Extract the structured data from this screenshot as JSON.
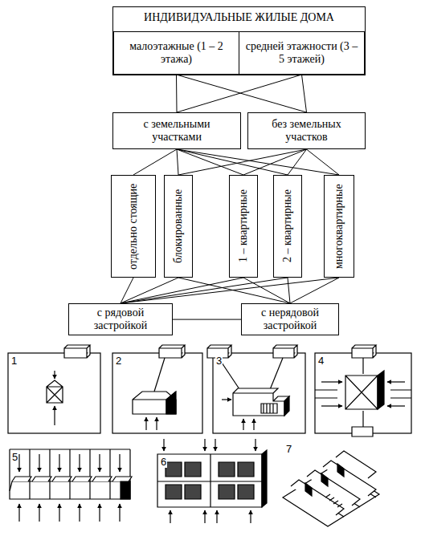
{
  "diagram": {
    "nodes": [
      {
        "text": [
          "ИНДИВИДУАЛЬНЫЕ ЖИЛЫЕ ДОМА"
        ]
      },
      {
        "text": [
          "малоэтажные (1 – 2 этажа)"
        ],
        "in": 0
      },
      {
        "text": [
          "средней этажности (3 – 5 этажей)"
        ],
        "in": 0
      },
      {
        "text": [
          "с земельными участками"
        ]
      },
      {
        "text": [
          "без земельных участков"
        ]
      },
      {
        "text": [
          "отдельно стоящие"
        ]
      },
      {
        "text": [
          "блокированные"
        ]
      },
      {
        "text": [
          "1 – квартирные"
        ]
      },
      {
        "text": [
          "2 – квартирные"
        ]
      },
      {
        "text": [
          "многоквартирные"
        ]
      },
      {
        "text": [
          "с рядовой застройкой"
        ]
      },
      {
        "text": [
          "с нерядовой застройкой"
        ]
      }
    ],
    "edges": [
      {
        "from": 1,
        "to": 3,
        "arrow": "none"
      },
      {
        "from": 1,
        "to": 4,
        "arrow": "none"
      },
      {
        "from": 2,
        "to": 3,
        "arrow": "none"
      },
      {
        "from": 2,
        "to": 4,
        "arrow": "none"
      },
      {
        "from": 3,
        "to": 5,
        "arrow": "none"
      },
      {
        "from": 3,
        "to": 6,
        "arrow": "none"
      },
      {
        "from": 3,
        "to": 7,
        "arrow": "none"
      },
      {
        "from": 3,
        "to": 8,
        "arrow": "none"
      },
      {
        "from": 3,
        "to": 9,
        "arrow": "none"
      },
      {
        "from": 4,
        "to": 6,
        "arrow": "none"
      },
      {
        "from": 4,
        "to": 7,
        "arrow": "none"
      },
      {
        "from": 4,
        "to": 8,
        "arrow": "none"
      },
      {
        "from": 4,
        "to": 9,
        "arrow": "none"
      },
      {
        "from": 5,
        "to": 10,
        "arrow": "none"
      },
      {
        "from": 6,
        "to": 10,
        "arrow": "none"
      },
      {
        "from": 6,
        "to": 11,
        "arrow": "none"
      },
      {
        "from": 7,
        "to": 10,
        "arrow": "none"
      },
      {
        "from": 7,
        "to": 11,
        "arrow": "none"
      },
      {
        "from": 8,
        "to": 10,
        "arrow": "none"
      },
      {
        "from": 8,
        "to": 11,
        "arrow": "none"
      },
      {
        "from": 9,
        "to": 10,
        "arrow": "none"
      },
      {
        "from": 9,
        "to": 11,
        "arrow": "none"
      },
      {
        "from": 10,
        "to": 11,
        "arrow": "none"
      }
    ],
    "labels": [
      "1",
      "2",
      "3",
      "4",
      "5",
      "6",
      "7"
    ]
  }
}
